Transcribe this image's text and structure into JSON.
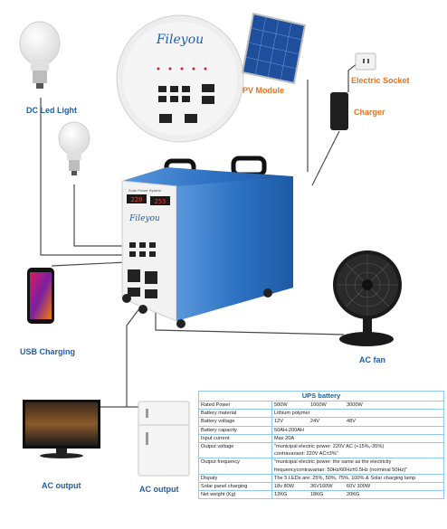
{
  "labels": {
    "dc_led_light": "DC Led Light",
    "pv_module": "PV Module",
    "electric_socket": "Electric Socket",
    "charger": "Charger",
    "usb_charging": "USB Charging",
    "ac_fan": "AC fan",
    "ac_output_tv": "AC output",
    "ac_output_fridge": "AC output"
  },
  "device": {
    "brand_panel": "Fileyou",
    "display_left": "220",
    "display_right": "253",
    "front_brand": "Solar Power System"
  },
  "table": {
    "title": "UPS battery",
    "rows": [
      {
        "key": "Rated Power",
        "vals": [
          "500W",
          "1000W",
          "3000W"
        ]
      },
      {
        "key": "Battery material",
        "vals": [
          "Lithium polymer"
        ]
      },
      {
        "key": "Battery voltage",
        "vals": [
          "12V",
          "24V",
          "48V"
        ]
      },
      {
        "key": "Battery capacity",
        "vals": [
          "50AH-200AH"
        ]
      },
      {
        "key": "Input current",
        "vals": [
          "Max 20A"
        ]
      },
      {
        "key": "Output voltage",
        "vals": [
          "\"municipal electric power: 220V AC (+15%,-35%)",
          "contravariant: 220V AC±3%\""
        ]
      },
      {
        "key": "Output frequency",
        "vals": [
          "\"municipal electric power: the same as the electricity",
          "frequencycontravarian: 50Hz/60Hz±0.5Hz (norminal 50Hz)\""
        ]
      },
      {
        "key": "Dispaly",
        "vals": [
          "The 5 LEDs are: 25%, 50%, 75%, 100% & Solar charging lamp"
        ]
      },
      {
        "key": "Solar panel charging",
        "vals": [
          "18v 80W",
          "36V160W",
          "60V 300W"
        ]
      },
      {
        "key": "Net weight (Kg)",
        "vals": [
          "12KG",
          "18KG",
          "20KG"
        ]
      }
    ]
  },
  "colors": {
    "cabinet_blue": "#2f73c4",
    "label_blue": "#1f5fa8",
    "label_orange": "#e8731a",
    "table_border": "#8fc9ee"
  }
}
